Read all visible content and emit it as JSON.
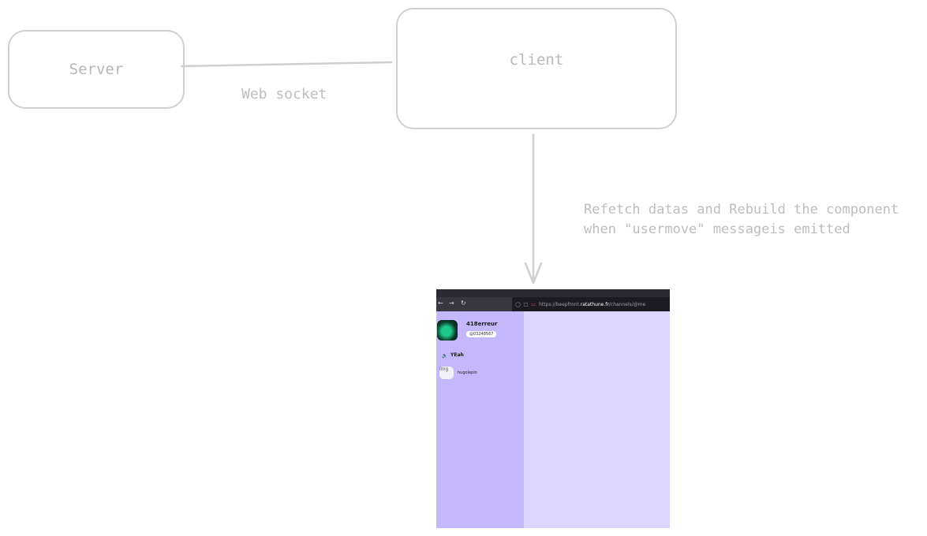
{
  "diagram": {
    "server_label": "Server",
    "client_label": "client",
    "connection_label": "Web socket",
    "note_line1": "Refetch datas and Rebuild the component",
    "note_line2": "when \"usermove\" messageis emitted"
  },
  "screenshot": {
    "url_prefix": "https://beepfront.",
    "url_domain": "ratathune.fr",
    "url_path": "/channels/@me",
    "user": {
      "name": "418erreur",
      "tag": "@03248567"
    },
    "channel": {
      "name": "YEah",
      "voice_icon": "speaker-icon"
    },
    "member": {
      "avatar_alt": "img",
      "name": "hugolepio"
    }
  },
  "colors": {
    "stroke": "#d0d0d0",
    "text": "#bdbdbd",
    "sidebar": "#c5b7fb",
    "main": "#ddd6fe",
    "browser_chrome": "#2b2a33"
  }
}
